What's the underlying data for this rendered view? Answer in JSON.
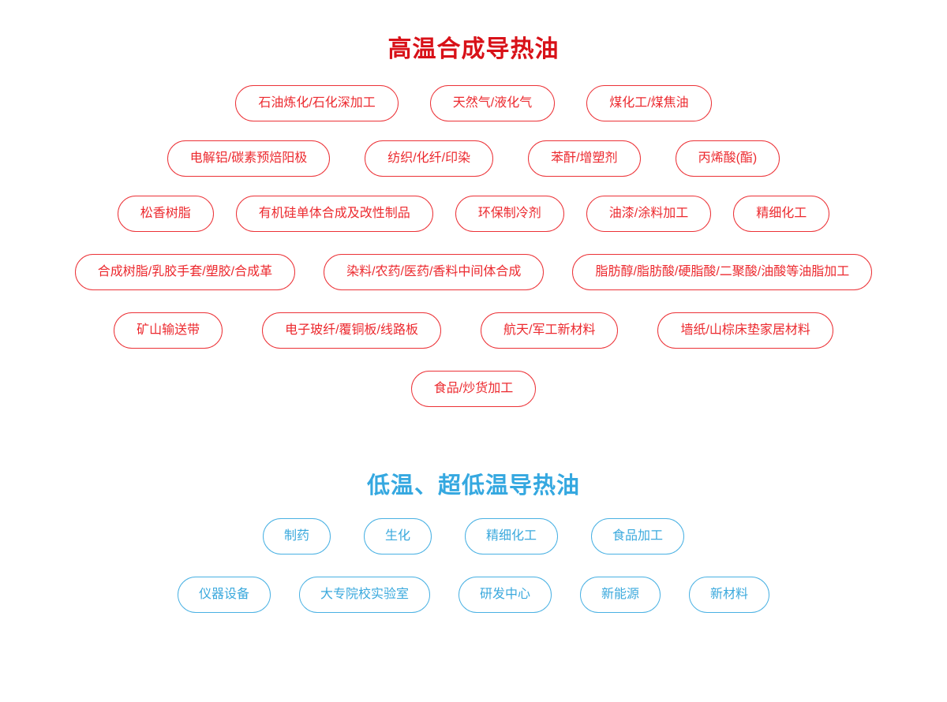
{
  "colors": {
    "hot_title": "#d81118",
    "hot_pill_border": "#ec3237",
    "hot_pill_text": "#ec2a2f",
    "cold_title": "#35a8e0",
    "cold_pill_border": "#49b1e3",
    "cold_pill_text": "#3ba9dd",
    "background": "#ffffff"
  },
  "sections": [
    {
      "id": "high-temp-synthetic-heat-transfer-oil",
      "title": "高温合成导热油",
      "rows": [
        [
          "石油炼化/石化深加工",
          "天然气/液化气",
          "煤化工/煤焦油"
        ],
        [
          "电解铝/碳素预焙阳极",
          "纺织/化纤/印染",
          "苯酐/增塑剂",
          "丙烯酸(酯)"
        ],
        [
          "松香树脂",
          "有机硅单体合成及改性制品",
          "环保制冷剂",
          "油漆/涂料加工",
          "精细化工"
        ],
        [
          "合成树脂/乳胶手套/塑胶/合成革",
          "染料/农药/医药/香料中间体合成",
          "脂肪醇/脂肪酸/硬脂酸/二聚酸/油酸等油脂加工"
        ],
        [
          "矿山输送带",
          "电子玻纤/覆铜板/线路板",
          "航天/军工新材料",
          "墙纸/山棕床垫家居材料"
        ],
        [
          "食品/炒货加工"
        ]
      ]
    },
    {
      "id": "low-temp-ultra-low-temp-heat-transfer-oil",
      "title": "低温、超低温导热油",
      "rows": [
        [
          "制药",
          "生化",
          "精细化工",
          "食品加工"
        ],
        [
          "仪器设备",
          "大专院校实验室",
          "研发中心",
          "新能源",
          "新材料"
        ]
      ]
    }
  ]
}
